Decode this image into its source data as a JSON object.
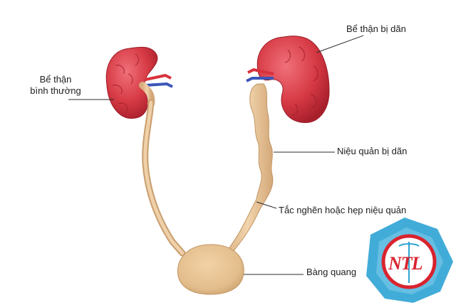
{
  "labels": {
    "normal_kidney_line1": "Bể thận",
    "normal_kidney_line2": "bình thường",
    "dilated_kidney": "Bể thận bị dãn",
    "dilated_ureter": "Niệu quản bị dãn",
    "obstruction": "Tắc nghẽn hoặc hẹp niệu quản",
    "bladder": "Bàng quang"
  },
  "logo": {
    "text": "NTL"
  },
  "colors": {
    "kidney": "#d63a44",
    "kidney_dark": "#a81f2c",
    "ureter": "#e9c59c",
    "bladder": "#e3bd8c",
    "vessel_blue": "#3c56b8",
    "vessel_red": "#d7323c",
    "logo_blue": "#2ea3d4",
    "logo_red": "#d9232e"
  }
}
